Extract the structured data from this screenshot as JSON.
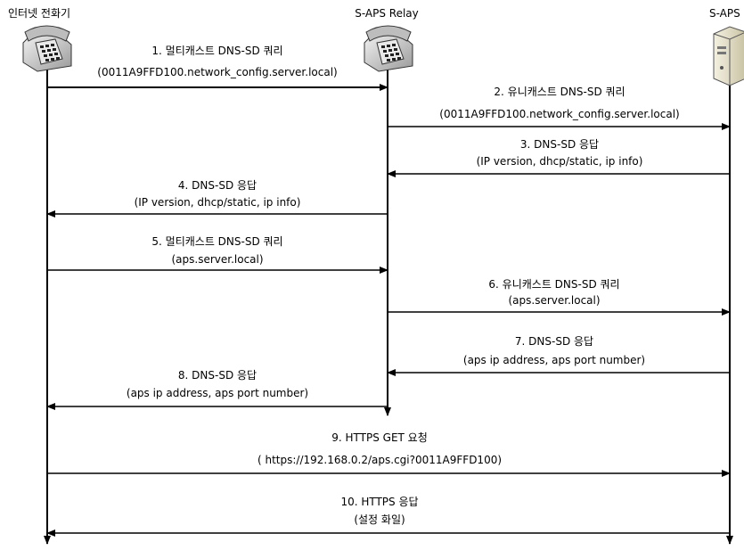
{
  "actors": {
    "phone": "인터넷 전화기",
    "relay": "S-APS Relay",
    "server": "S-APS"
  },
  "messages": [
    {
      "title": "1. 멀티캐스트 DNS-SD 쿼리",
      "detail": "(0011A9FFD100.network_config.server.local)"
    },
    {
      "title": "2. 유니캐스트 DNS-SD 쿼리",
      "detail": "(0011A9FFD100.network_config.server.local)"
    },
    {
      "title": "3. DNS-SD 응답",
      "detail": "(IP version, dhcp/static, ip info)"
    },
    {
      "title": "4. DNS-SD 응답",
      "detail": "(IP version, dhcp/static, ip info)"
    },
    {
      "title": "5. 멀티캐스트 DNS-SD 쿼리",
      "detail": "(aps.server.local)"
    },
    {
      "title": "6. 유니캐스트 DNS-SD 쿼리",
      "detail": "(aps.server.local)"
    },
    {
      "title": "7. DNS-SD 응답",
      "detail": "(aps ip address, aps port number)"
    },
    {
      "title": "8. DNS-SD 응답",
      "detail": "(aps ip address, aps port number)"
    },
    {
      "title": "9. HTTPS GET 요청",
      "detail": "( https://192.168.0.2/aps.cgi?0011A9FFD100)"
    },
    {
      "title": "10. HTTPS 응답",
      "detail": "(설정 화일)"
    }
  ]
}
